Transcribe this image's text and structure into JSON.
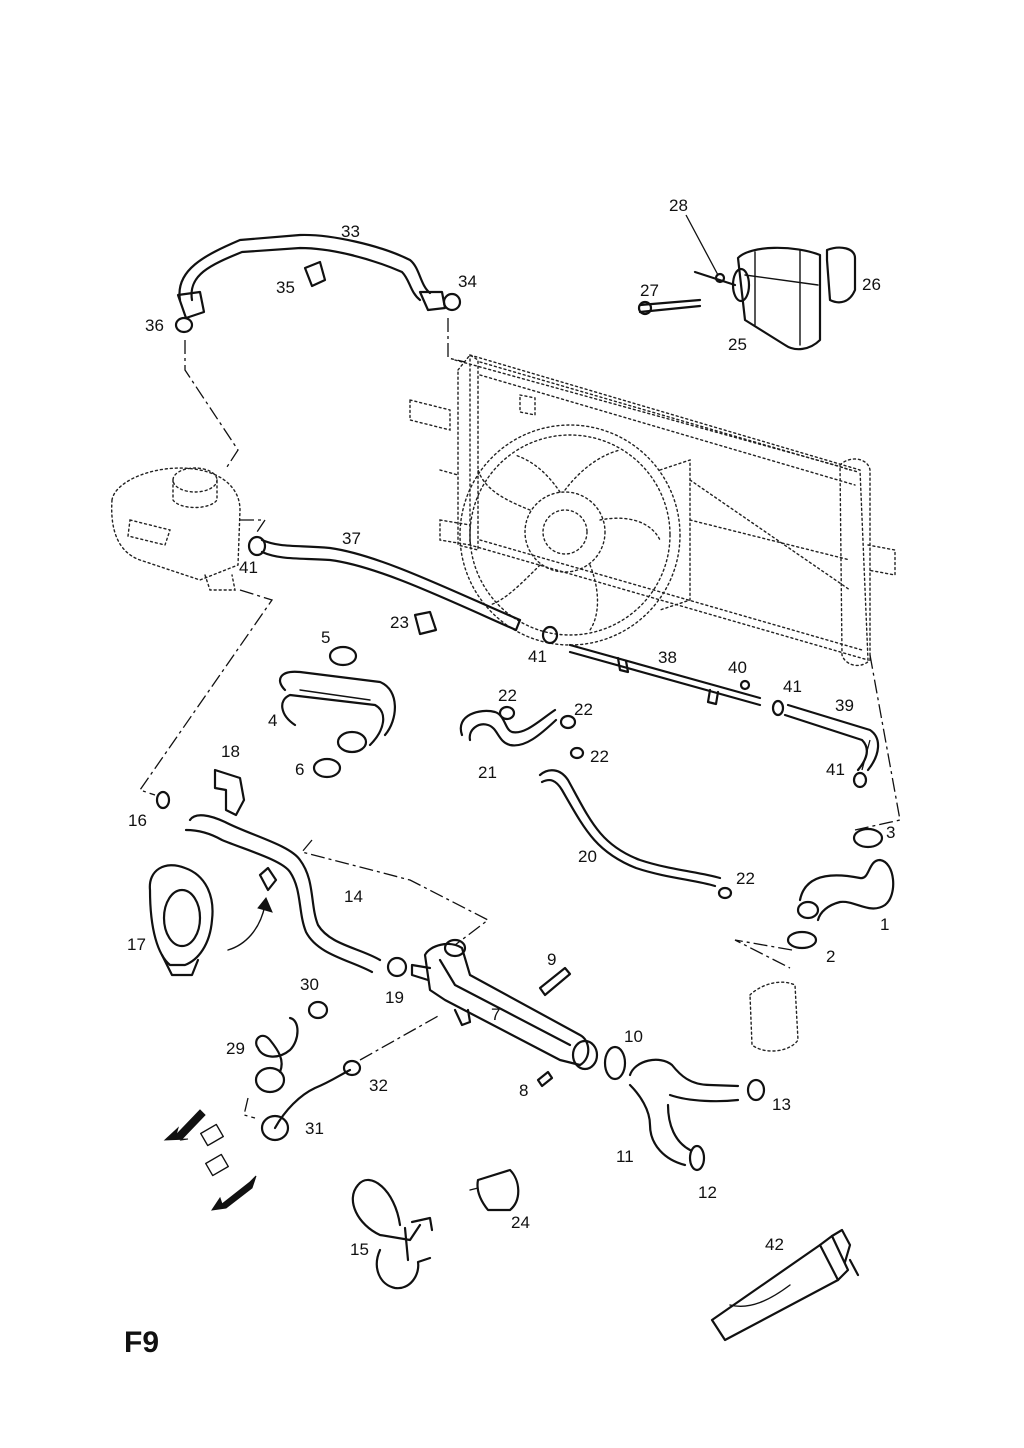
{
  "page": {
    "code": "F9"
  },
  "callouts": {
    "c1": "1",
    "c2": "2",
    "c3": "3",
    "c4": "4",
    "c5": "5",
    "c6": "6",
    "c7": "7",
    "c8": "8",
    "c9": "9",
    "c10": "10",
    "c11": "11",
    "c12": "12",
    "c13": "13",
    "c14": "14",
    "c15": "15",
    "c16": "16",
    "c17": "17",
    "c18": "18",
    "c19": "19",
    "c20": "20",
    "c21": "21",
    "c22a": "22",
    "c22b": "22",
    "c22c": "22",
    "c22d": "22",
    "c23": "23",
    "c24": "24",
    "c25": "25",
    "c26": "26",
    "c27": "27",
    "c28": "28",
    "c29": "29",
    "c30": "30",
    "c31": "31",
    "c32": "32",
    "c33": "33",
    "c34": "34",
    "c35": "35",
    "c36": "36",
    "c37": "37",
    "c38": "38",
    "c39": "39",
    "c40": "40",
    "c41a": "41",
    "c41b": "41",
    "c41c": "41",
    "c41d": "41",
    "c42": "42"
  },
  "icons": {
    "radiator": "radiator-fan-assembly-icon",
    "reservoir": "expansion-tank-icon",
    "cooler": "oil-cooler-icon",
    "thermostat": "thermostat-housing-icon",
    "sealant": "sealant-tube-icon",
    "arrows": "flow-arrow-icon"
  }
}
